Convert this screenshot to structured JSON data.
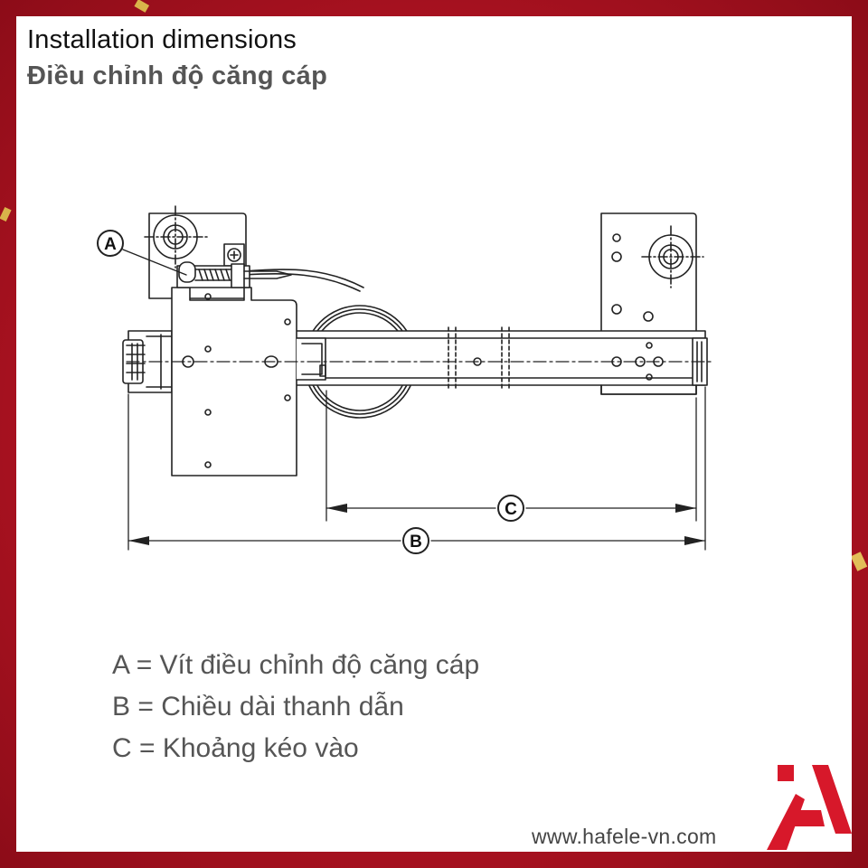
{
  "header": {
    "title": "Installation dimensions",
    "subtitle": "Điều chỉnh độ căng cáp"
  },
  "diagram": {
    "markers": {
      "a": "A",
      "b": "B",
      "c": "C"
    }
  },
  "legend": {
    "items": [
      "A = Vít điều chỉnh độ căng cáp",
      "B = Chiều dài thanh dẫn",
      "C = Khoảng kéo vào"
    ]
  },
  "footer": {
    "website": "www.hafele-vn.com"
  },
  "colors": {
    "frame": "#b3172a",
    "panel": "#ffffff",
    "logo": "#d7182a",
    "line": "#222222",
    "legend_text": "#555555"
  }
}
